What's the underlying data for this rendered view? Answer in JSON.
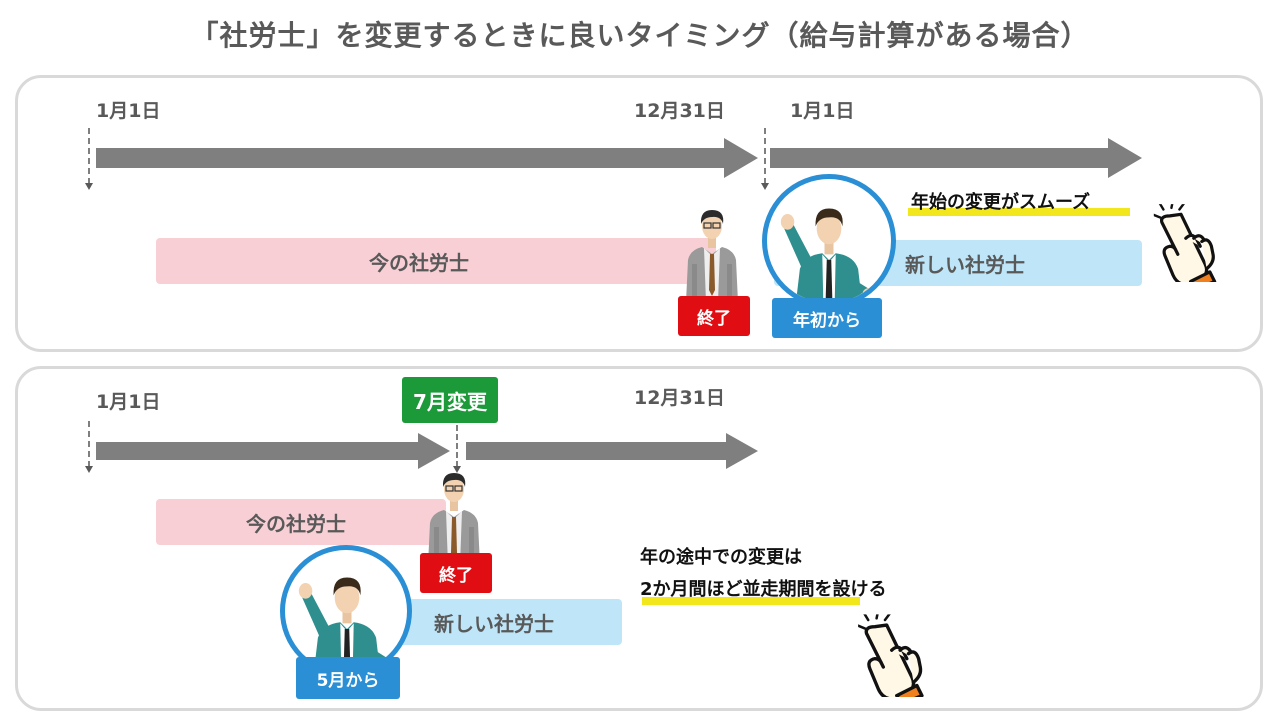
{
  "title": "「社労士」を変更するときに良いタイミング（給与計算がある場合）",
  "panel1": {
    "date_start": "1月1日",
    "date_end": "12月31日",
    "date_next": "1月1日",
    "current_label": "今の社労士",
    "new_label": "新しい社労士",
    "end_tag": "終了",
    "start_tag": "年初から",
    "note": "年始の変更がスムーズ"
  },
  "panel2": {
    "date_start": "1月1日",
    "change_tag": "7月変更",
    "date_end": "12月31日",
    "current_label": "今の社労士",
    "new_label": "新しい社労士",
    "end_tag": "終了",
    "start_tag": "5月から",
    "note_line1": "年の途中での変更は",
    "note_line2": "2か月間ほど並走期間を設ける"
  },
  "colors": {
    "arrow": "#7f7f7f",
    "current_bar": "#f7cfd4",
    "new_bar": "#bfe6f8",
    "end_tag": "#e00d12",
    "start_tag": "#2a8fd4",
    "change_tag": "#1c9a3a",
    "highlight": "#f2e71c",
    "ring": "#2a8fd4"
  },
  "icons": [
    "pointing-hand-icon",
    "businessman-icon",
    "cheering-businessman-icon"
  ]
}
